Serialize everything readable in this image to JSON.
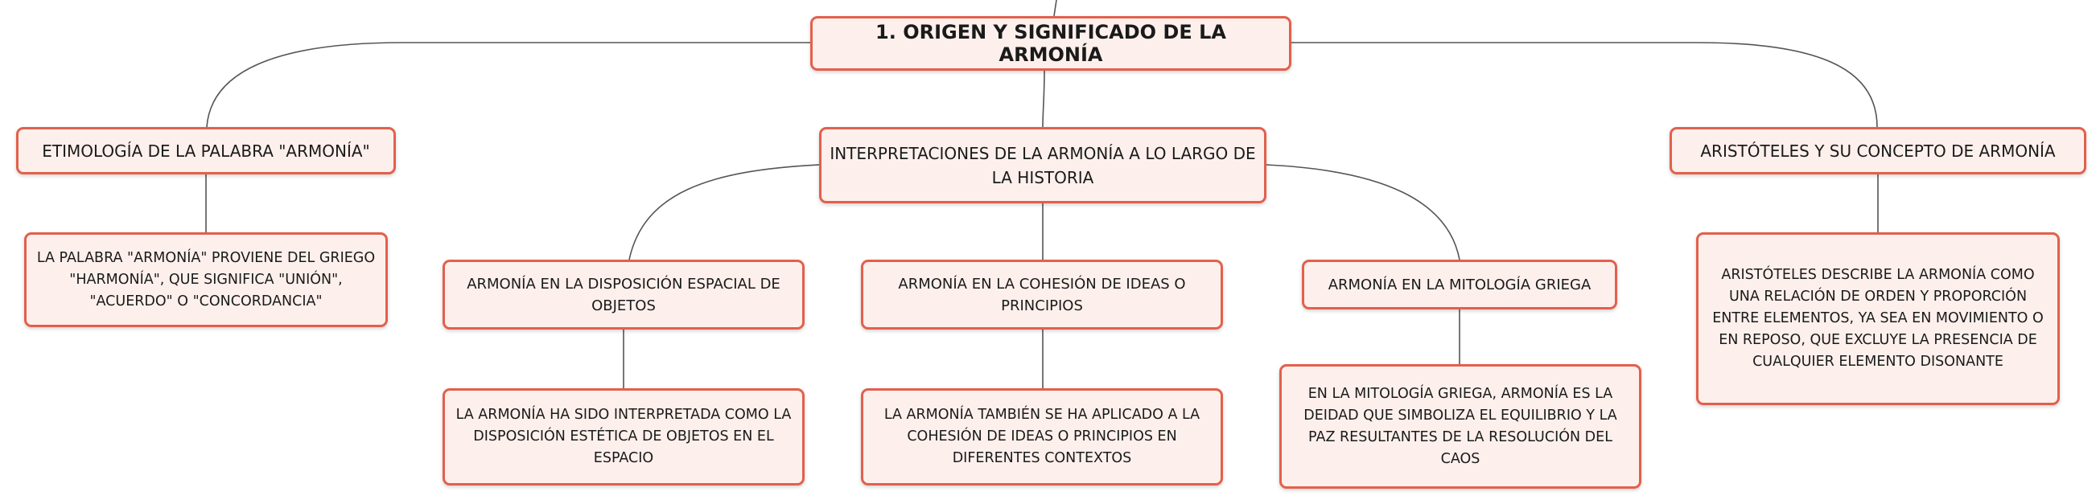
{
  "map": {
    "root": {
      "label": "1. ORIGEN Y SIGNIFICADO DE LA ARMONÍA"
    },
    "branches": [
      {
        "label": "ETIMOLOGÍA DE LA PALABRA \"ARMONÍA\"",
        "note": "LA PALABRA \"ARMONÍA\" PROVIENE DEL GRIEGO \"HARMONÍA\", QUE SIGNIFICA \"UNIÓN\", \"ACUERDO\" O \"CONCORDANCIA\""
      },
      {
        "label": "INTERPRETACIONES DE LA ARMONÍA A LO LARGO DE LA HISTORIA",
        "children": [
          {
            "label": "ARMONÍA EN LA DISPOSICIÓN ESPACIAL DE OBJETOS",
            "note": "LA ARMONÍA HA SIDO INTERPRETADA COMO LA DISPOSICIÓN ESTÉTICA DE OBJETOS EN EL ESPACIO"
          },
          {
            "label": "ARMONÍA EN LA COHESIÓN DE IDEAS O PRINCIPIOS",
            "note": "LA ARMONÍA TAMBIÉN SE HA APLICADO A LA COHESIÓN DE IDEAS O PRINCIPIOS EN DIFERENTES CONTEXTOS"
          },
          {
            "label": "ARMONÍA EN LA MITOLOGÍA GRIEGA",
            "note": "EN LA MITOLOGÍA GRIEGA, ARMONÍA ES LA DEIDAD QUE SIMBOLIZA EL EQUILIBRIO Y LA PAZ RESULTANTES DE LA RESOLUCIÓN DEL CAOS"
          }
        ]
      },
      {
        "label": "ARISTÓTELES Y SU CONCEPTO DE ARMONÍA",
        "note": "ARISTÓTELES DESCRIBE LA ARMONÍA COMO UNA RELACIÓN DE ORDEN Y PROPORCIÓN ENTRE ELEMENTOS, YA SEA EN MOVIMIENTO O EN REPOSO, QUE EXCLUYE LA PRESENCIA DE CUALQUIER ELEMENTO DISONANTE"
      }
    ]
  }
}
